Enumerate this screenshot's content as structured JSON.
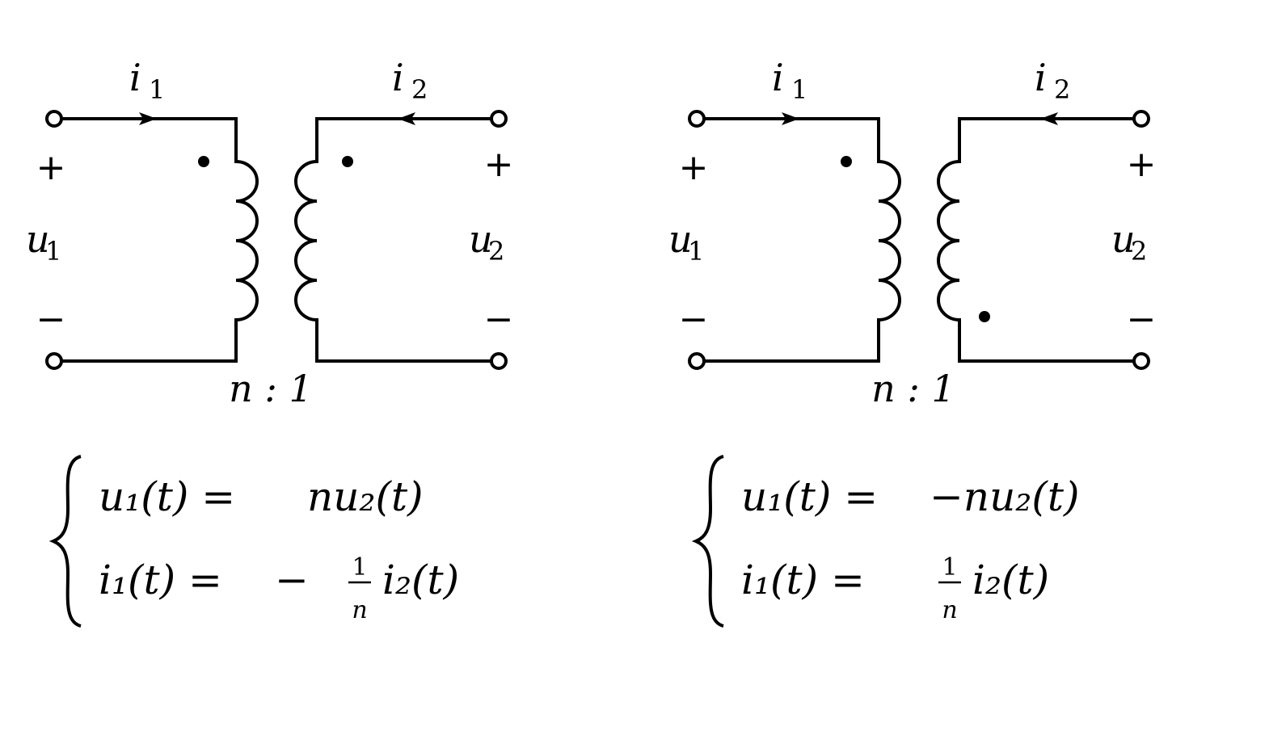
{
  "circuits": [
    {
      "id": "same-polarity",
      "i1": "i",
      "i1_sub": "1",
      "i2": "i",
      "i2_sub": "2",
      "u1": "u",
      "u1_sub": "1",
      "u2": "u",
      "u2_sub": "2",
      "plus": "+",
      "minus": "−",
      "ratio": "n : 1",
      "secondary_dot": "top",
      "eq1_lhs": "u₁(t) =",
      "eq1_rhs": "nu₂(t)",
      "eq2_lhs": "i₁(t) =",
      "eq2_sign": "−",
      "frac_num": "1",
      "frac_den": "n",
      "eq2_rhs": "i₂(t)"
    },
    {
      "id": "opposite-polarity",
      "i1": "i",
      "i1_sub": "1",
      "i2": "i",
      "i2_sub": "2",
      "u1": "u",
      "u1_sub": "1",
      "u2": "u",
      "u2_sub": "2",
      "plus": "+",
      "minus": "−",
      "ratio": "n : 1",
      "secondary_dot": "bottom",
      "eq1_lhs": "u₁(t) =",
      "eq1_rhs": "−nu₂(t)",
      "eq2_lhs": "i₁(t) =",
      "eq2_sign": "",
      "frac_num": "1",
      "frac_den": "n",
      "eq2_rhs": "i₂(t)"
    }
  ]
}
